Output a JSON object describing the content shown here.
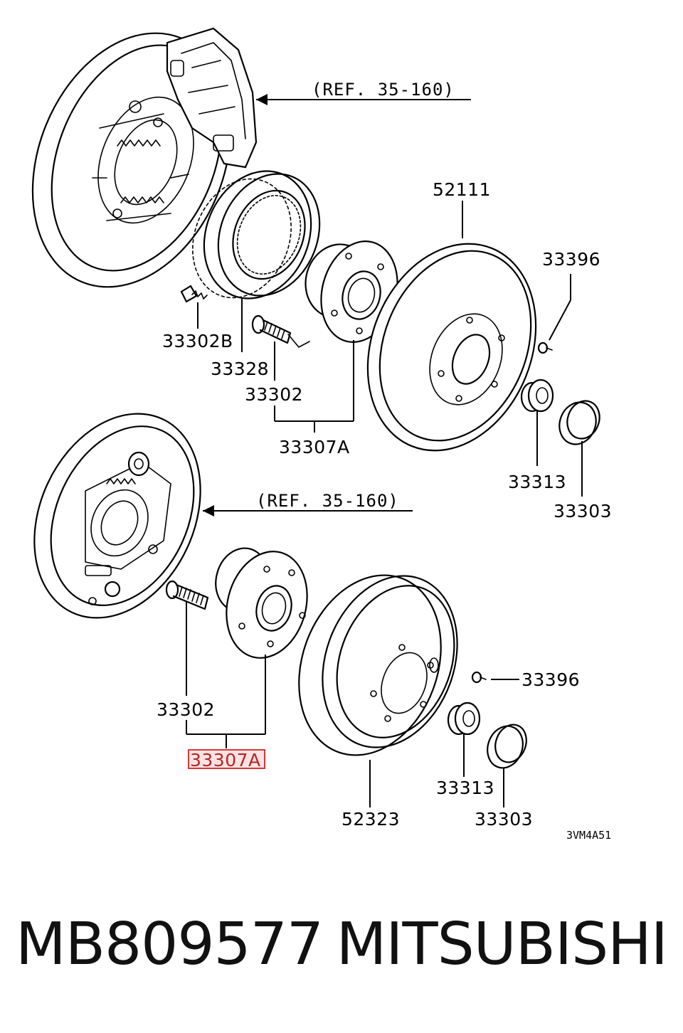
{
  "diagram": {
    "upper": {
      "ref": "(REF. 35-160)",
      "labels": {
        "disc": "52111",
        "screw": "33396",
        "bolt_b": "33302B",
        "ring": "33328",
        "stud": "33302",
        "hub": "33307A",
        "nut": "33313",
        "cap": "33303"
      }
    },
    "lower": {
      "ref": "(REF. 35-160)",
      "labels": {
        "screw": "33396",
        "stud": "33302",
        "hub": "33307A",
        "nut": "33313",
        "drum": "52323",
        "cap": "33303"
      }
    },
    "drawing_code": "3VM4A51"
  },
  "footer": {
    "part_number": "MB809577",
    "brand": "MITSUBISHI"
  },
  "colors": {
    "highlight": "#d43a3a",
    "line": "#000000"
  }
}
